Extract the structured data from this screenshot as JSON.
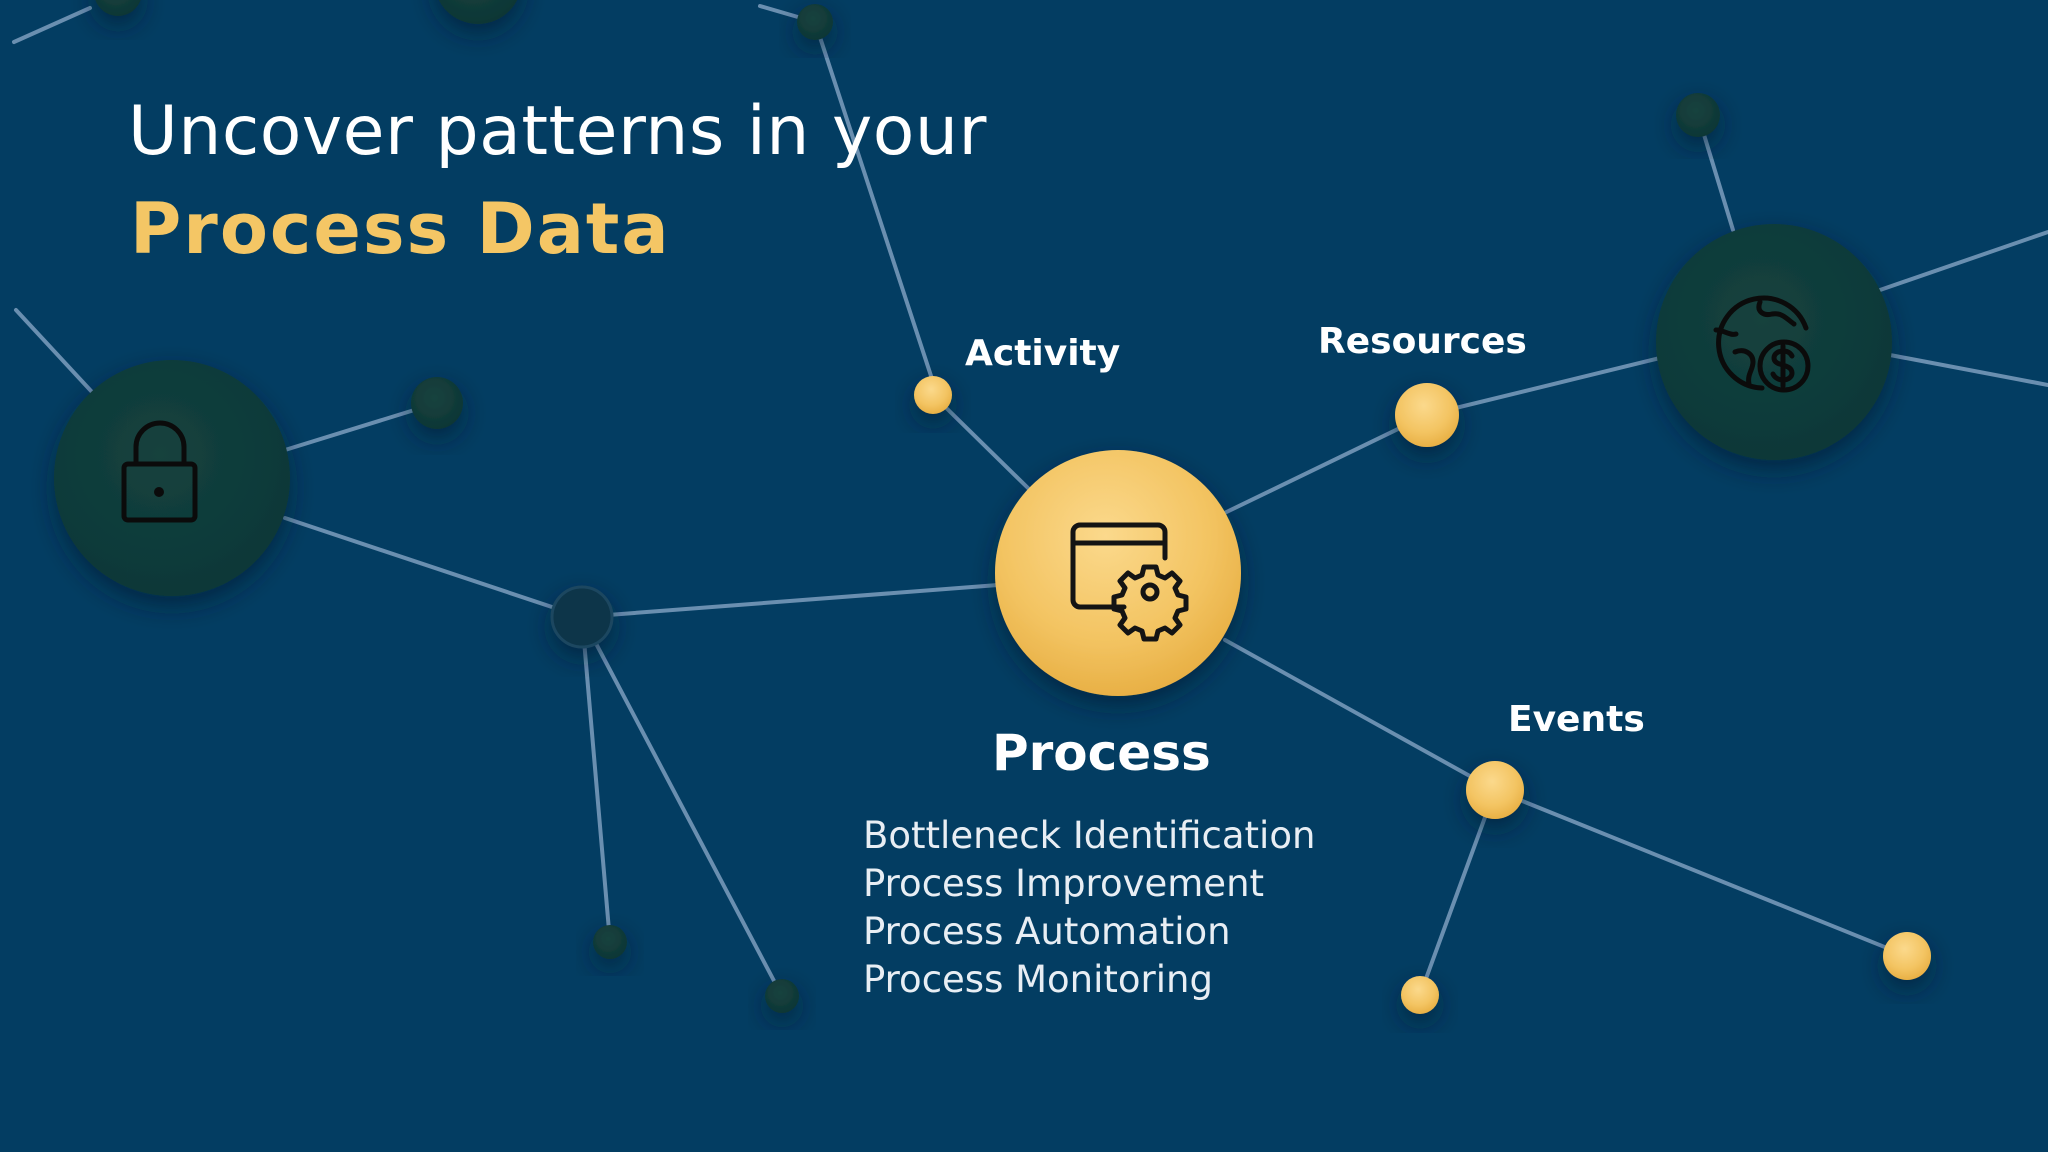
{
  "headline": {
    "line1": "Uncover patterns in your",
    "line2": "Process Data"
  },
  "colors": {
    "background": "#033d62",
    "accent": "#f4c665",
    "edge": "#6a8fb0",
    "dark_node": "#0f3d3a",
    "gold_node": "#f2c25b"
  },
  "nodes": {
    "activity_label": "Activity",
    "resources_label": "Resources",
    "events_label": "Events",
    "process_label": "Process"
  },
  "icons": {
    "center": "browser-gear-icon",
    "left": "lock-icon",
    "right": "globe-dollar-icon"
  },
  "process_items": [
    "Bottleneck Identification",
    "Process Improvement",
    "Process Automation",
    "Process Monitoring"
  ]
}
